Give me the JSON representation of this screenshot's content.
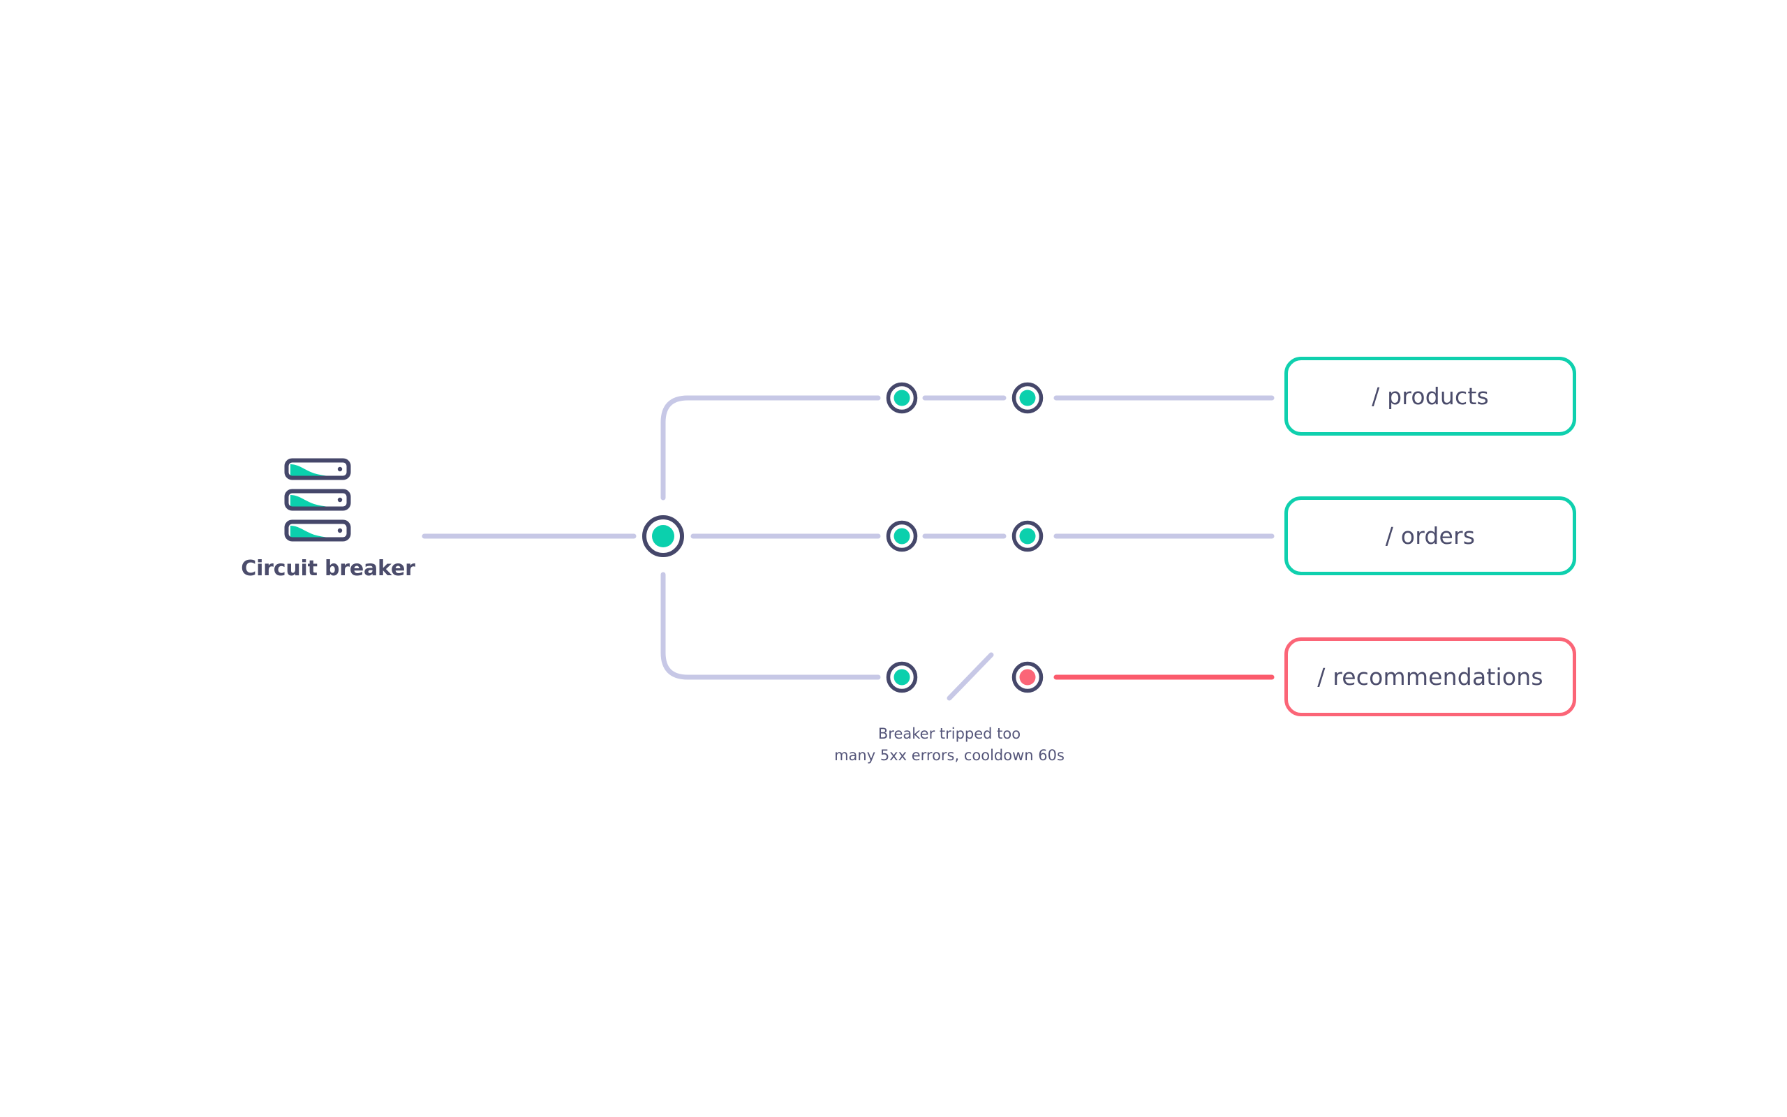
{
  "diagram": {
    "title": "Circuit breaker",
    "background_color": "#ffffff",
    "palette": {
      "node_stroke": "#45476a",
      "node_fill_ok": "#0bd0ad",
      "node_fill_fail": "#fb6577",
      "link_ok": "#c7c8e6",
      "link_fail": "#fb5b6c",
      "text": "#4b4c6b",
      "border_ok": "#0fd0ae",
      "border_fail": "#fb6577"
    }
  },
  "source": {
    "label": "Circuit breaker",
    "icon": "server-stack-icon",
    "unit_count": 3
  },
  "junction": {
    "name": "breaker-junction-node",
    "state": "ok"
  },
  "branches": [
    {
      "id": "products",
      "row": "top",
      "endpoint_label": "/ products",
      "status": "ok",
      "link_color": "#c7c8e6",
      "nodes": [
        {
          "name": "hop-node-1",
          "state": "ok"
        },
        {
          "name": "hop-node-2",
          "state": "ok"
        }
      ],
      "broken": false
    },
    {
      "id": "orders",
      "row": "middle",
      "endpoint_label": "/ orders",
      "status": "ok",
      "link_color": "#c7c8e6",
      "nodes": [
        {
          "name": "hop-node-1",
          "state": "ok"
        },
        {
          "name": "hop-node-2",
          "state": "ok"
        }
      ],
      "broken": false
    },
    {
      "id": "recommendations",
      "row": "bottom",
      "endpoint_label": "/ recommendations",
      "status": "fail",
      "link_color": "#fb5b6c",
      "nodes": [
        {
          "name": "hop-node-1",
          "state": "ok"
        },
        {
          "name": "hop-node-2",
          "state": "fail"
        }
      ],
      "broken": true,
      "break_marker": "diagonal-slash"
    }
  ],
  "annotation": {
    "line1": "Breaker tripped too",
    "line2": "many 5xx errors, cooldown 60s"
  }
}
